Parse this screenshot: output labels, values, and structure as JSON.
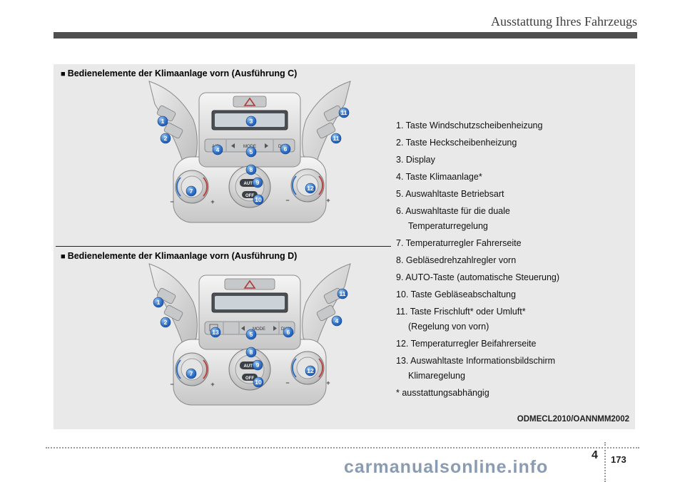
{
  "header": {
    "title": "Ausstattung Ihres Fahrzeugs"
  },
  "sections": [
    {
      "heading": "Bedienelemente der Klimaanlage vorn (Ausführung C)"
    },
    {
      "heading": "Bedienelemente der Klimaanlage vorn (Ausführung D)"
    }
  ],
  "panel_c": {
    "labels": {
      "ac": "A/C",
      "mode": "MODE",
      "dual": "DUAL",
      "auto": "AUTO",
      "off": "OFF",
      "plus": "+",
      "minus": "−"
    },
    "callouts": [
      "1",
      "2",
      "3",
      "4",
      "5",
      "6",
      "7",
      "8",
      "9",
      "10",
      "11",
      "11",
      "12"
    ]
  },
  "panel_d": {
    "labels": {
      "mode": "MODE",
      "dual": "DUAL",
      "auto": "AUTO",
      "off": "OFF",
      "plus": "+",
      "minus": "−"
    },
    "callouts": [
      "1",
      "2",
      "13",
      "5",
      "6",
      "7",
      "8",
      "9",
      "10",
      "11",
      "4",
      "12"
    ]
  },
  "legend": {
    "items": [
      {
        "line1": "1. Taste Windschutzscheibenheizung",
        "line2": ""
      },
      {
        "line1": "2. Taste Heckscheibenheizung",
        "line2": ""
      },
      {
        "line1": "3. Display",
        "line2": ""
      },
      {
        "line1": "4. Taste Klimaanlage*",
        "line2": ""
      },
      {
        "line1": "5. Auswahltaste Betriebsart",
        "line2": ""
      },
      {
        "line1": "6. Auswahltaste für die duale",
        "line2": "Temperaturregelung"
      },
      {
        "line1": "7. Temperaturregler Fahrerseite",
        "line2": ""
      },
      {
        "line1": "8. Gebläsedrehzahlregler vorn",
        "line2": ""
      },
      {
        "line1": "9. AUTO-Taste (automatische Steuerung)",
        "line2": ""
      },
      {
        "line1": "10. Taste Gebläseabschaltung",
        "line2": ""
      },
      {
        "line1": "11. Taste Frischluft* oder Umluft*",
        "line2": "(Regelung von vorn)"
      },
      {
        "line1": "12. Temperaturregler Beifahrerseite",
        "line2": ""
      },
      {
        "line1": "13. Auswahltaste Informationsbildschirm",
        "line2": "Klimaregelung"
      },
      {
        "line1": "* ausstattungsabhängig",
        "line2": ""
      }
    ]
  },
  "footer": {
    "doc_code": "ODMECL2010/OANNMM2002",
    "page_chapter": "4",
    "page_number": "173",
    "watermark": "carmanualsonline.info"
  }
}
